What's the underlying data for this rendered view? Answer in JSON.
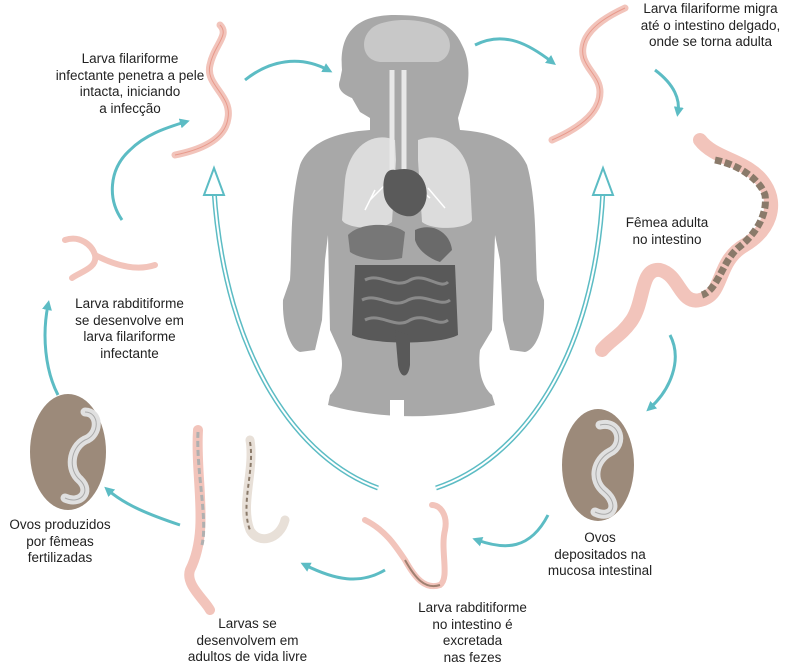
{
  "labels": {
    "filariform_penetrates": "Larva filariforme\ninfectante penetra a pele\nintacta, iniciando\na infecção",
    "filariform_migrates": "Larva filariforme migra\naté o intestino delgado,\nonde se torna adulta",
    "adult_female": "Fêmea adulta\nno intestino",
    "eggs_deposited": "Ovos\ndepositados na\nmucosa intestinal",
    "rhabditiform_excreted": "Larva rabditiforme\nno intestino é\nexcretada\nnas fezes",
    "larvae_free_living": "Larvas se\ndesenvolvem em\nadultos de vida livre",
    "eggs_produced": "Ovos produzidos\npor fêmeas\nfertilizadas",
    "rhabditiform_develops": "Larva rabditiforme\nse desenvolve em\nlarva filariforme\ninfectante"
  },
  "colors": {
    "arrow": "#5cbcc4",
    "body": "#a8a8a8",
    "organ_dark": "#5a5a5a",
    "larva_pink": "#f2c4bb",
    "egg": "#9c8a7a",
    "segment": "#7a6a5a"
  }
}
